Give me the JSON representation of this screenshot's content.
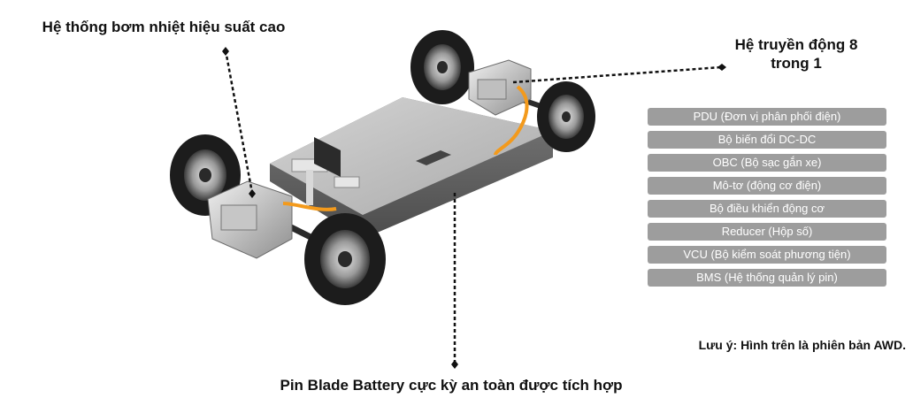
{
  "callouts": {
    "heat_pump": "Hệ thống bơm nhiệt hiệu suất cao",
    "drive_system": "Hệ truyền động 8 trong 1",
    "battery": "Pin Blade Battery cực kỳ an toàn được tích hợp"
  },
  "legend_items": [
    "PDU (Đơn vị phân phối điện)",
    "Bộ biến đổi DC-DC",
    "OBC (Bộ sạc gắn xe)",
    "Mô-tơ (động cơ điện)",
    "Bộ điều khiển động cơ",
    "Reducer (Hộp số)",
    "VCU (Bộ kiểm soát phương tiện)",
    "BMS (Hệ thống quản lý pin)"
  ],
  "note": "Lưu ý: Hình trên là phiên bản AWD.",
  "colors": {
    "legend_bg": "#9d9d9d",
    "cable": "#f39a1c",
    "battery_top": "#bdbdbd",
    "tire": "#1c1c1c"
  }
}
